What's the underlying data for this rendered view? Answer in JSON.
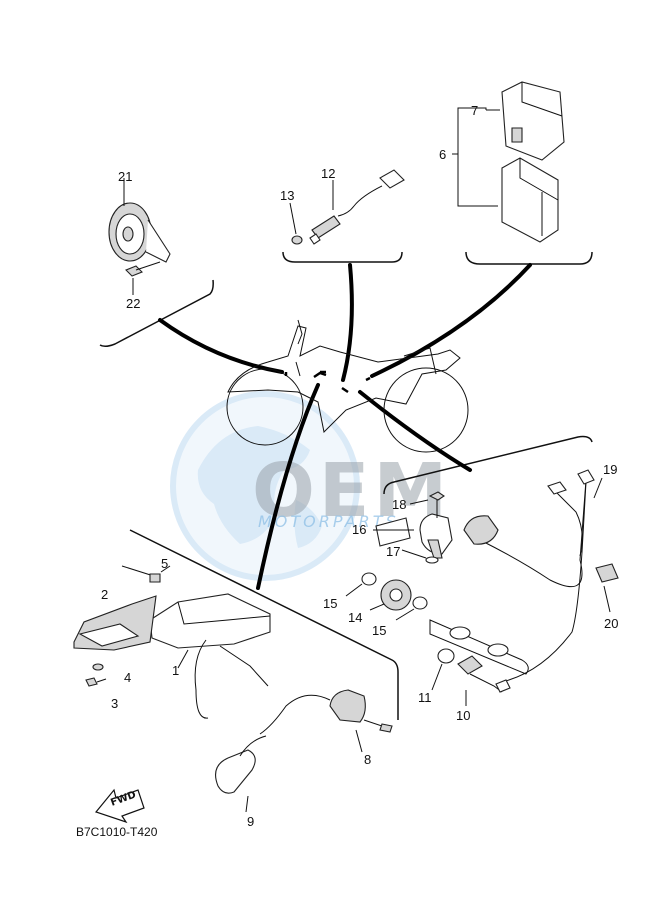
{
  "diagram_code": "B7C1010-T420",
  "fwd_label": "FWD",
  "watermark": {
    "title": "OEM",
    "subtitle": "MOTORPARTS"
  },
  "callouts": {
    "c1": "1",
    "c2": "2",
    "c3": "3",
    "c4": "4",
    "c5": "5",
    "c6": "6",
    "c7": "7",
    "c8": "8",
    "c9": "9",
    "c10": "10",
    "c11": "11",
    "c12": "12",
    "c13": "13",
    "c14": "14",
    "c15a": "15",
    "c15b": "15",
    "c16": "16",
    "c17": "17",
    "c18": "18",
    "c19": "19",
    "c20": "20",
    "c21": "21",
    "c22": "22"
  }
}
